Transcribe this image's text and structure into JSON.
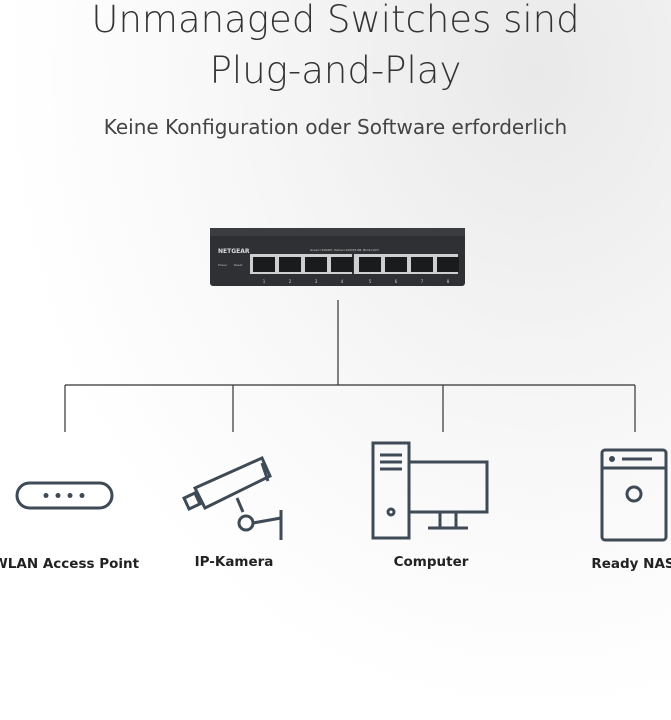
{
  "title_line1": "Unmanaged Switches sind",
  "title_line2": "Plug-and-Play",
  "subtitle": "Keine Konfiguration oder Software erforderlich",
  "switch": {
    "brand": "NETGEAR",
    "ports": [
      "1",
      "2",
      "3",
      "4",
      "5",
      "6",
      "7",
      "8"
    ],
    "legend": "Green=1000M, Yellow=100M/10M, Blink=ACT",
    "power_label": "Power",
    "reset_label": "Reset"
  },
  "devices": [
    {
      "label": "WLAN Access Point",
      "icon": "access-point-icon"
    },
    {
      "label": "IP-Kamera",
      "icon": "camera-icon"
    },
    {
      "label": "Computer",
      "icon": "computer-icon"
    },
    {
      "label": "Ready NAS",
      "icon": "nas-icon"
    }
  ],
  "colors": {
    "icon": "#3e4a55",
    "line": "#333333",
    "switch_body": "#2e3033"
  }
}
